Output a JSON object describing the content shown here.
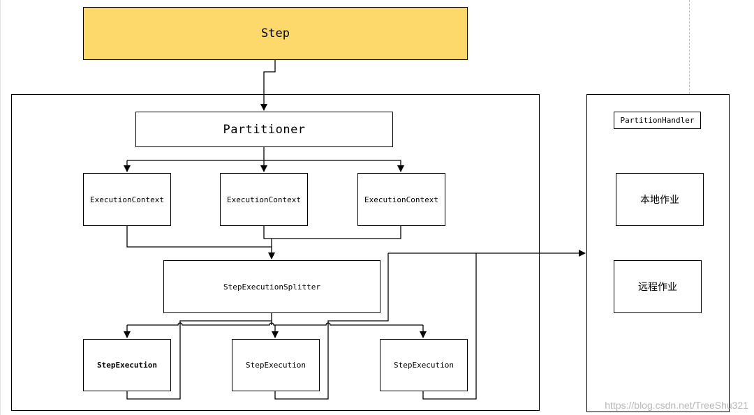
{
  "step": "Step",
  "partitioner": "Partitioner",
  "execution_contexts": [
    "ExecutionContext",
    "ExecutionContext",
    "ExecutionContext"
  ],
  "splitter": "StepExecutionSplitter",
  "step_executions": [
    "StepExecution",
    "StepExecution",
    "StepExecution"
  ],
  "partition_handler": {
    "label": "PartitionHandler",
    "jobs": [
      "本地作业",
      "远程作业"
    ]
  },
  "watermark": "https://blog.csdn.net/TreeShu321",
  "colors": {
    "step_fill": "#fcd96a",
    "line": "#000000"
  }
}
